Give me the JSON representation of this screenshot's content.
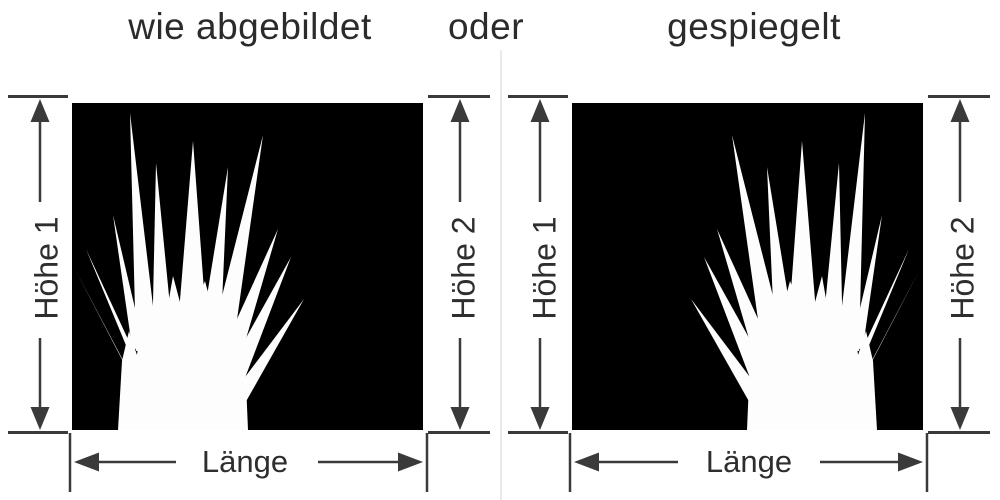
{
  "header": {
    "option_left": "wie abgebildet",
    "connector": "oder",
    "option_right": "gespiegelt"
  },
  "panels": [
    {
      "variant": "wie abgebildet",
      "mirrored": false,
      "height1": "Höhe 1",
      "height2": "Höhe 2",
      "length": "Länge"
    },
    {
      "variant": "gespiegelt",
      "mirrored": true,
      "height1": "Höhe 1",
      "height2": "Höhe 2",
      "length": "Länge"
    }
  ],
  "artwork": {
    "subject": "ornamental-grass-silhouette",
    "background": "#000000",
    "silhouette": "#fdfdfd"
  },
  "colors": {
    "text": "#2d2d2d",
    "dimension_lines": "#3a3a3a",
    "divider": "#e9e9e9",
    "page_background": "#ffffff"
  }
}
